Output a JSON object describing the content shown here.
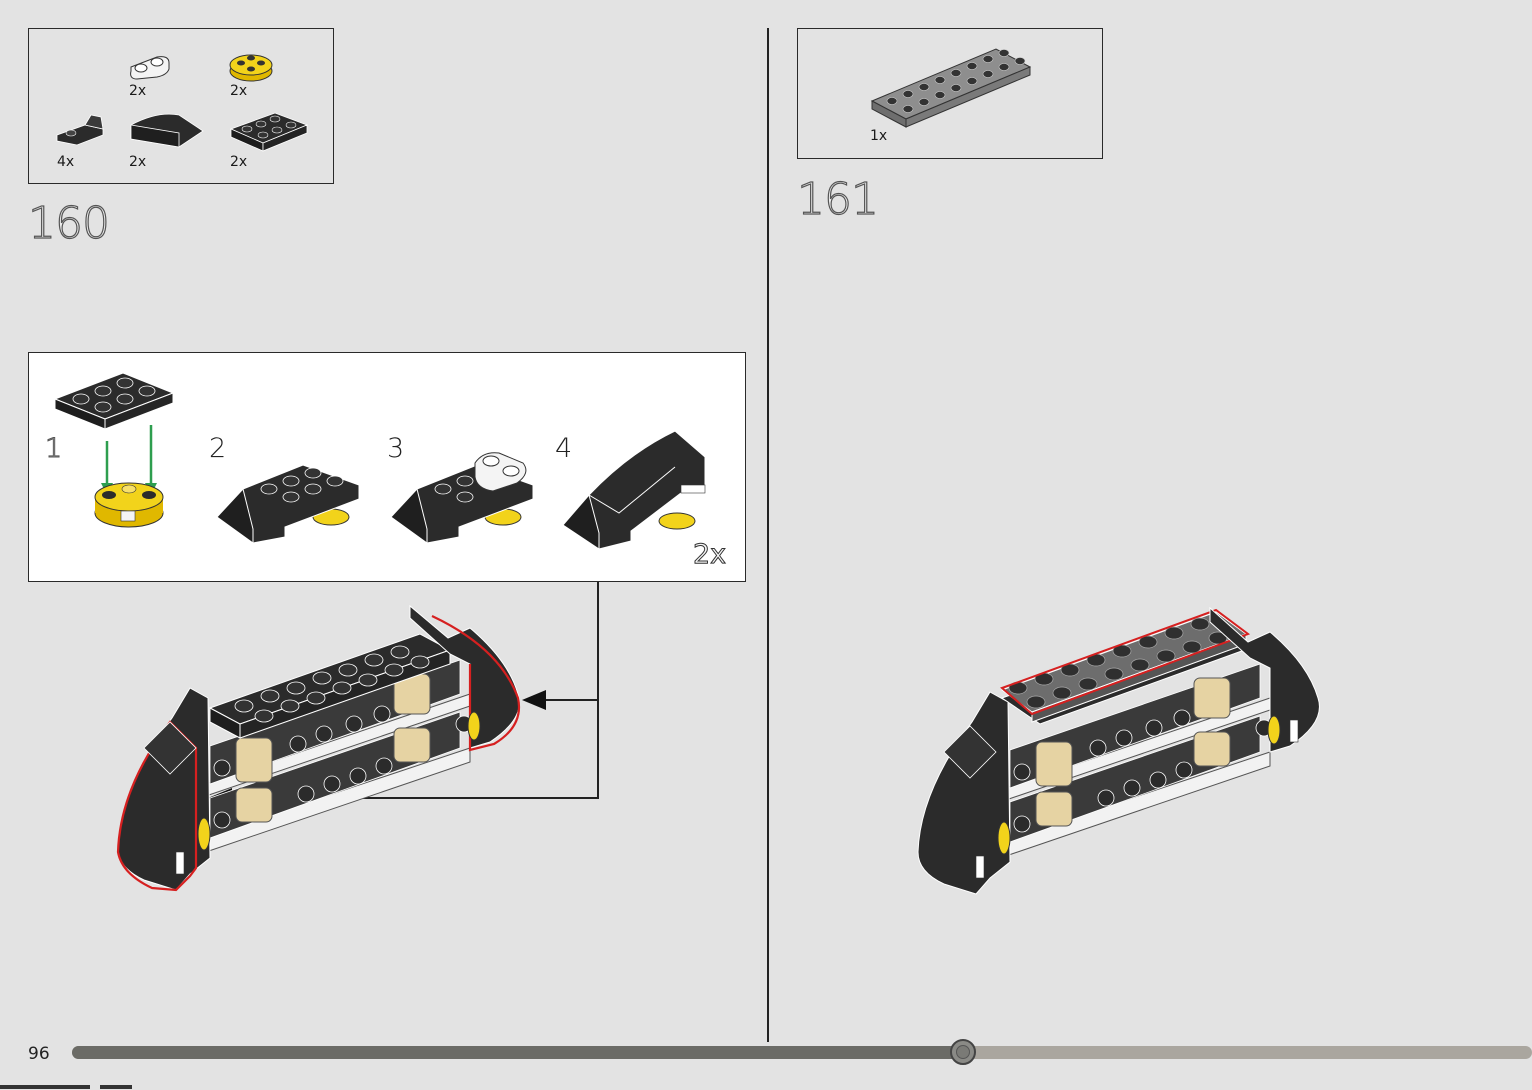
{
  "page": {
    "number": "96",
    "progress": 0.61
  },
  "colors": {
    "background": "#e3e3e3",
    "highlight": "#d62020",
    "arrow_green": "#2e9e4f",
    "brick_black": "#2b2b2b",
    "brick_yellow": "#f2d31b",
    "brick_tan": "#e6d3a3",
    "brick_gray": "#8e8e8e"
  },
  "step160": {
    "number": "160",
    "parts": [
      {
        "name": "white-plate-1x2-rounded",
        "qty": "2x"
      },
      {
        "name": "yellow-round-plate-2x2",
        "qty": "2x"
      },
      {
        "name": "black-bracket",
        "qty": "4x"
      },
      {
        "name": "black-curved-slope",
        "qty": "2x"
      },
      {
        "name": "black-plate-2x3",
        "qty": "2x"
      }
    ],
    "callout": {
      "substeps": [
        "1",
        "2",
        "3",
        "4"
      ],
      "multiplier": "2x"
    }
  },
  "step161": {
    "number": "161",
    "parts": [
      {
        "name": "dark-gray-plate-2x8",
        "qty": "1x"
      }
    ]
  }
}
